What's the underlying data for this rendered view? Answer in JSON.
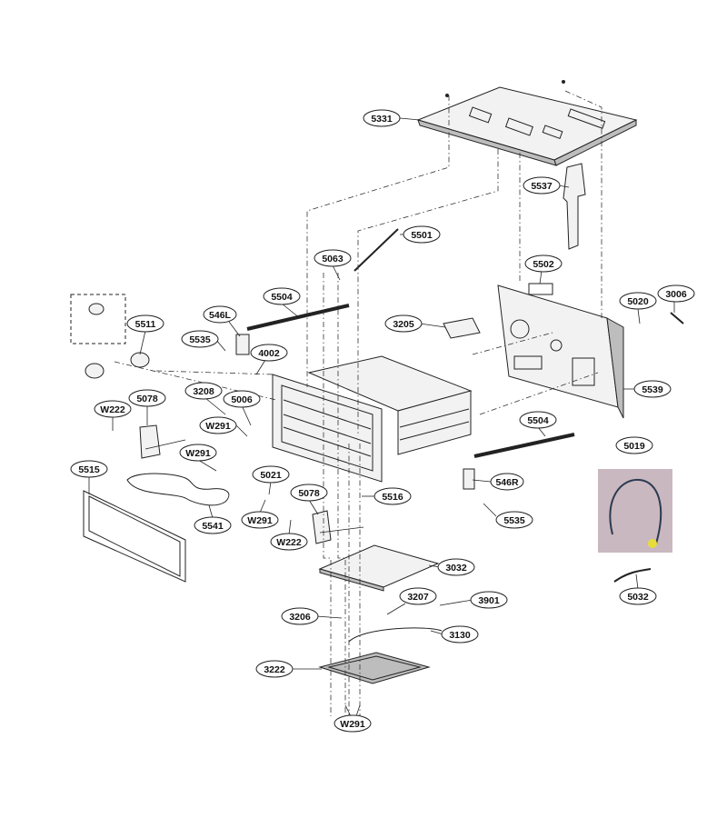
{
  "callouts": {
    "c5331": "5331",
    "c5537": "5537",
    "c5501": "5501",
    "c5063": "5063",
    "c5502": "5502",
    "c5504a": "5504",
    "c5020": "5020",
    "c3006": "3006",
    "c546L": "546L",
    "c5511": "5511",
    "c3205": "3205",
    "c5535a": "5535",
    "c4002": "4002",
    "c5539": "5539",
    "c5078a": "5078",
    "c3208": "3208",
    "c5006": "5006",
    "cW222a": "W222",
    "cW291a": "W291",
    "c5504b": "5504",
    "c5019": "5019",
    "cW291b": "W291",
    "c5515": "5515",
    "c5021": "5021",
    "c546R": "546R",
    "c5516": "5516",
    "c5078b": "5078",
    "cW291c": "W291",
    "c5535b": "5535",
    "c5541": "5541",
    "cW222b": "W222",
    "c3032": "3032",
    "c5032": "5032",
    "c3207": "3207",
    "c3901": "3901",
    "c3206": "3206",
    "c3130": "3130",
    "c3222": "3222",
    "cW291d": "W291"
  },
  "colors": {
    "line": "#222222",
    "photo_bg": "#c9b8bf",
    "wire": "#2b3a52",
    "connector": "#e8dc3a"
  }
}
